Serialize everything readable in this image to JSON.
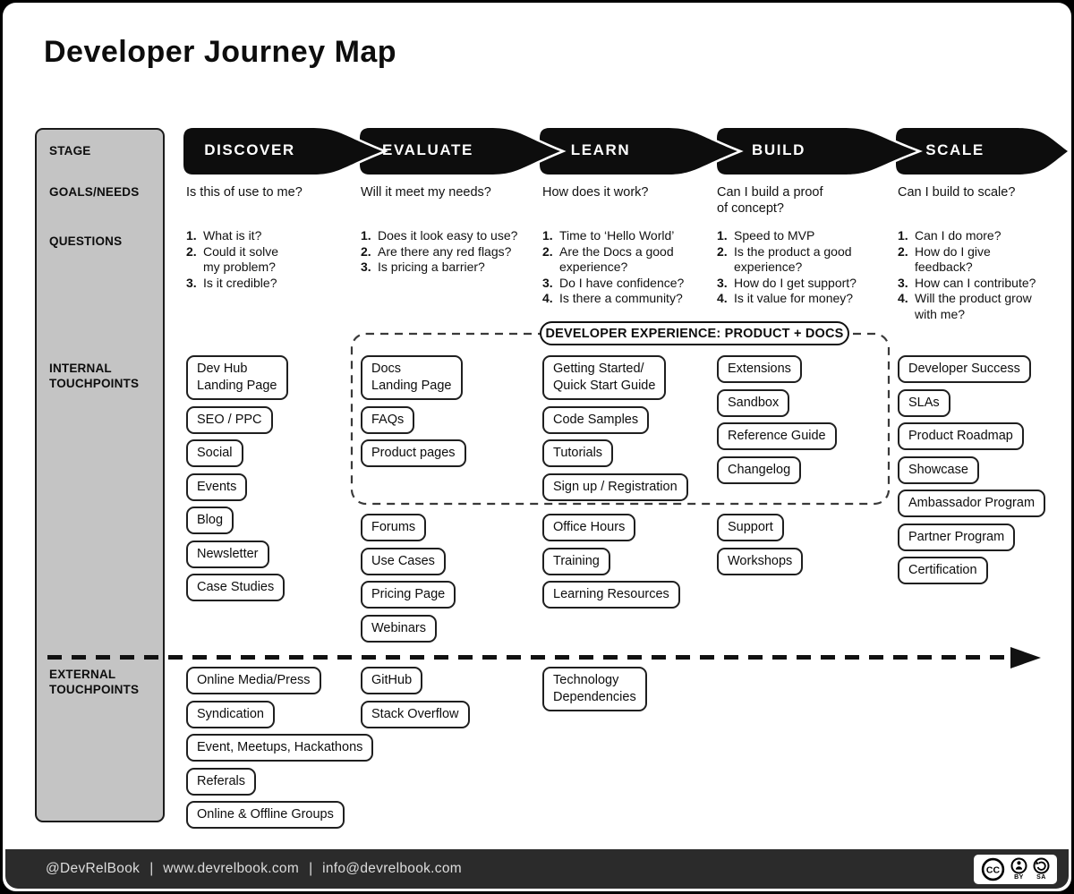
{
  "title": "Developer Journey Map",
  "row_labels": {
    "stage": "STAGE",
    "goals": "GOALS/NEEDS",
    "questions": "QUESTIONS",
    "internal": "INTERNAL\nTOUCHPOINTS",
    "external": "EXTERNAL\nTOUCHPOINTS"
  },
  "dx_label": "DEVELOPER EXPERIENCE: PRODUCT + DOCS",
  "stages": [
    {
      "name": "DISCOVER",
      "goal": "Is this of use to me?",
      "questions": [
        "What is it?",
        "Could it solve\nmy problem?",
        "Is it credible?"
      ],
      "internal_top": [
        "Dev Hub\nLanding Page",
        "SEO / PPC",
        "Social",
        "Events",
        "Blog",
        "Newsletter",
        "Case Studies"
      ],
      "internal_bottom": [],
      "external": [
        "Online Media/Press",
        "Syndication",
        "Event, Meetups, Hackathons",
        "Referals",
        "Online & Offline Groups"
      ]
    },
    {
      "name": "EVALUATE",
      "goal": "Will it meet my needs?",
      "questions": [
        "Does it look easy to use?",
        "Are there any red flags?",
        "Is pricing a barrier?"
      ],
      "internal_top": [
        "Docs\nLanding Page",
        "FAQs",
        "Product pages"
      ],
      "internal_bottom": [
        "Forums",
        "Use Cases",
        "Pricing Page",
        "Webinars"
      ],
      "external": [
        "GitHub",
        "Stack Overflow"
      ]
    },
    {
      "name": "LEARN",
      "goal": "How does it work?",
      "questions": [
        "Time to ‘Hello World’",
        "Are the Docs a good\nexperience?",
        "Do I have confidence?",
        "Is there a community?"
      ],
      "internal_top": [
        "Getting Started/\nQuick Start Guide",
        "Code Samples",
        "Tutorials",
        "Sign up / Registration"
      ],
      "internal_bottom": [
        "Office Hours",
        "Training",
        "Learning Resources"
      ],
      "external": [
        "Technology\nDependencies"
      ]
    },
    {
      "name": "BUILD",
      "goal": "Can I build a proof\nof concept?",
      "questions": [
        "Speed to MVP",
        "Is the product a good\nexperience?",
        "How do I get support?",
        "Is it value for money?"
      ],
      "internal_top": [
        "Extensions",
        "Sandbox",
        "Reference Guide",
        "Changelog"
      ],
      "internal_bottom": [
        "Support",
        "Workshops"
      ],
      "external": []
    },
    {
      "name": "SCALE",
      "goal": "Can I build to scale?",
      "questions": [
        "Can I do more?",
        "How do I give\nfeedback?",
        "How can I contribute?",
        "Will the product grow\nwith me?"
      ],
      "internal_top": [
        "Developer Success",
        "SLAs",
        "Product Roadmap",
        "Showcase",
        "Ambassador Program",
        "Partner Program",
        "Certification"
      ],
      "internal_bottom": [],
      "external": []
    }
  ],
  "footer": {
    "handle": "@DevRelBook",
    "website": "www.devrelbook.com",
    "email": "info@devrelbook.com",
    "separator": "|",
    "cc_text": "CC",
    "license_by": "BY",
    "license_sa": "SA"
  },
  "colors": {
    "banner_bg": "#0d0d0d",
    "banner_text": "#ffffff",
    "sidebar_bg": "#c4c4c4",
    "footer_bg": "#2b2b2b",
    "box_border": "#1f1f1f",
    "dashed_border": "#3a3a3a"
  }
}
